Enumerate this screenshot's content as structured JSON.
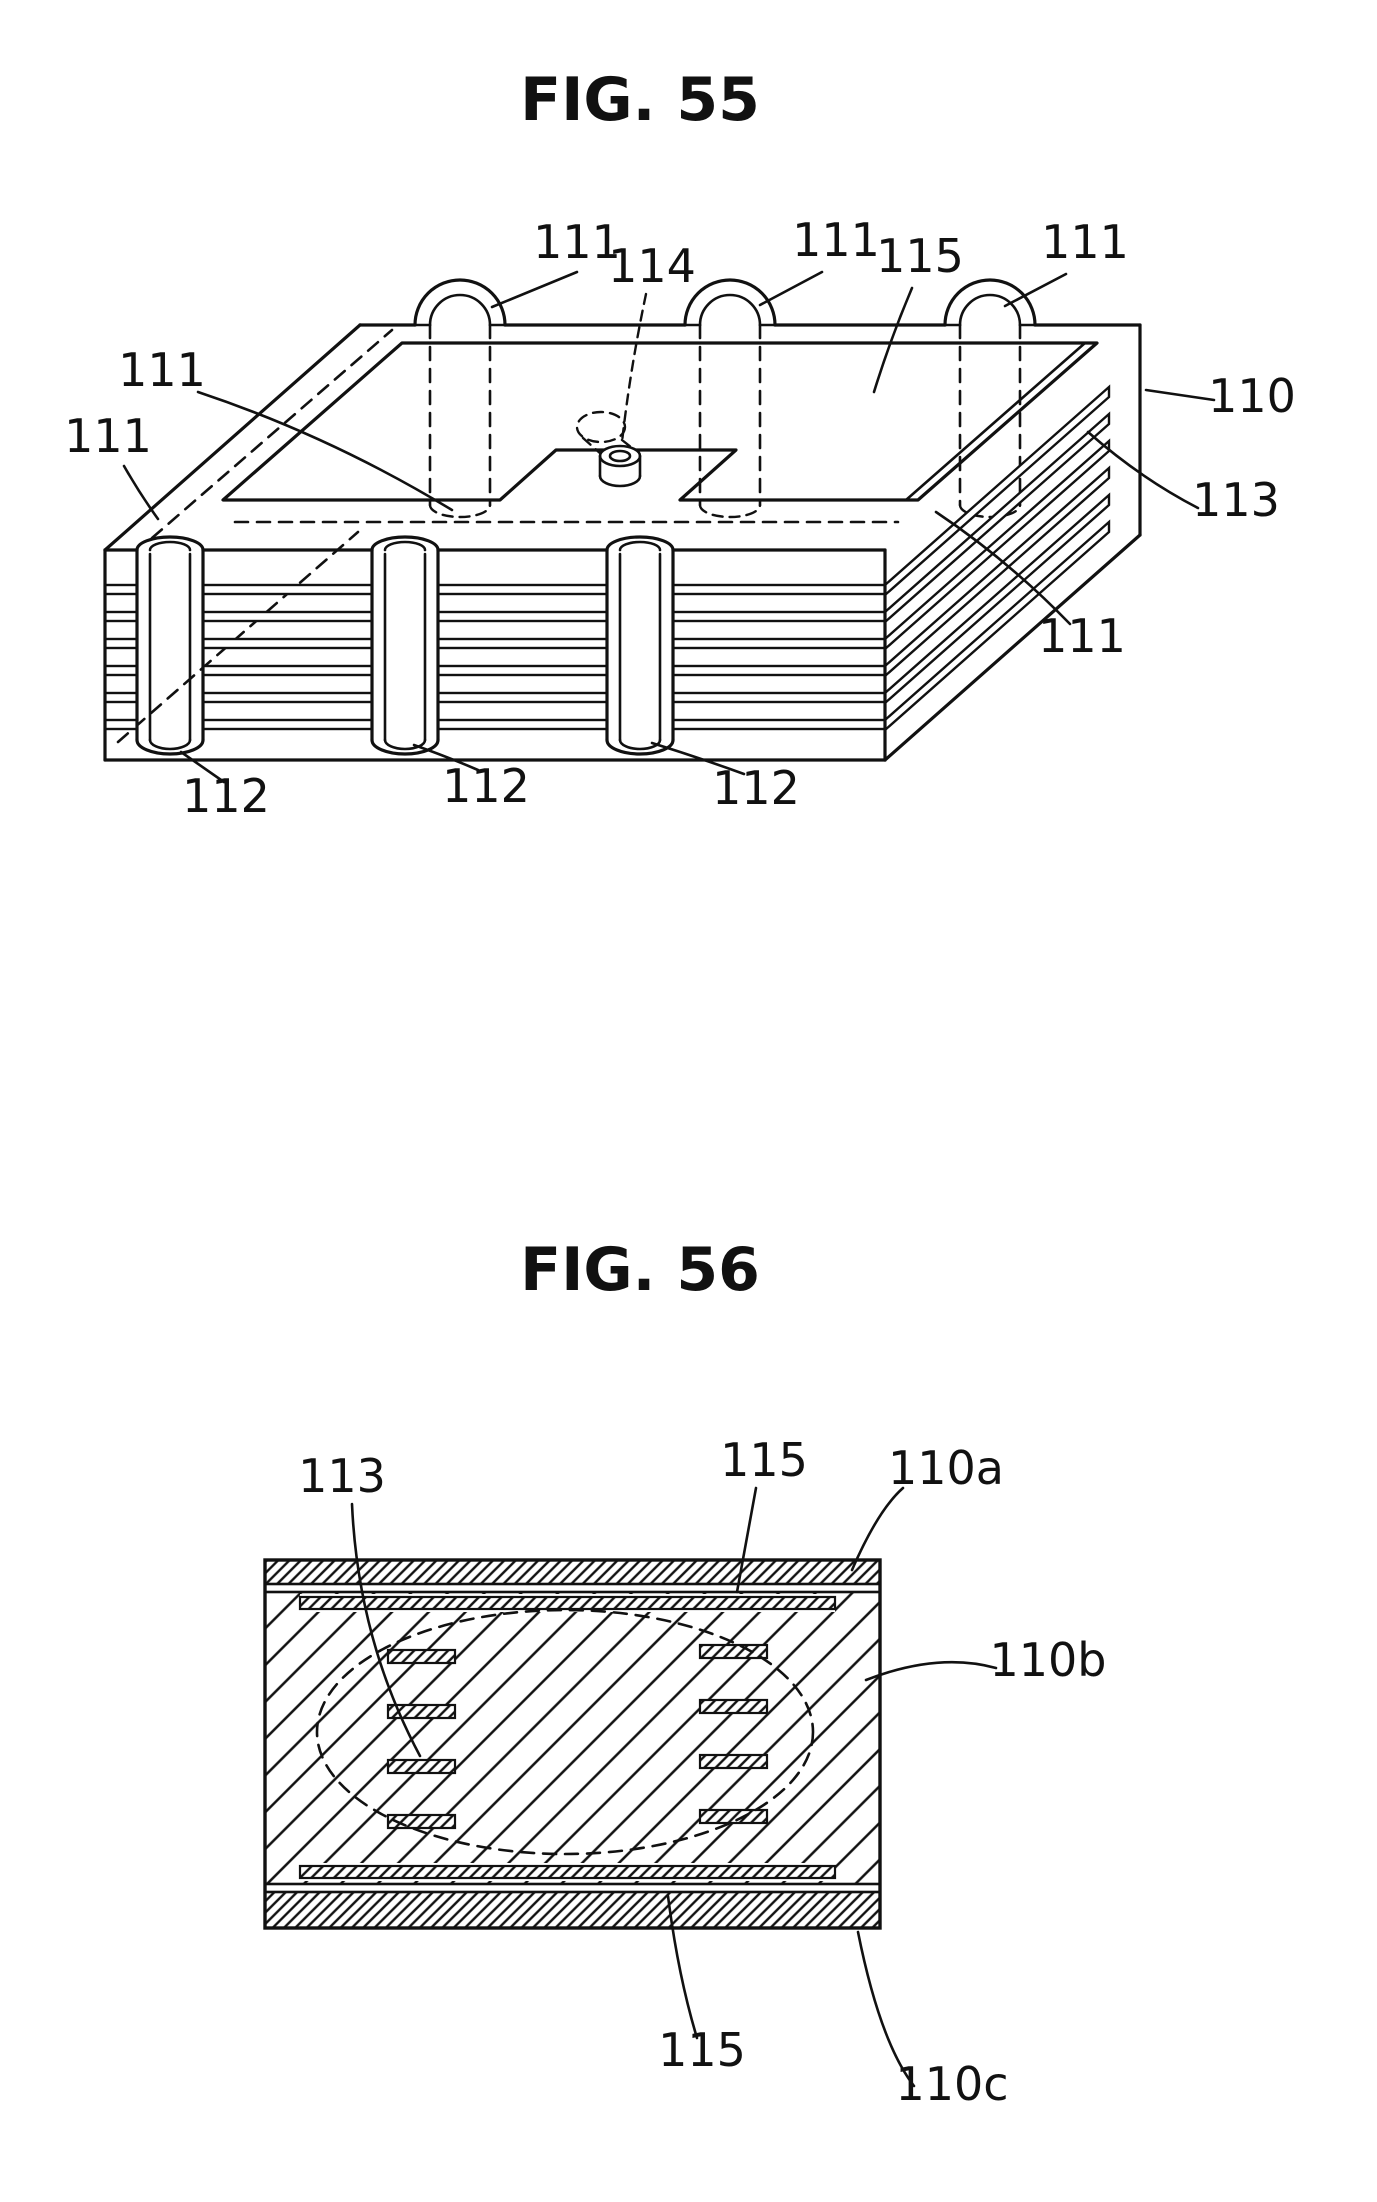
{
  "page": {
    "colors": {
      "background": "#ffffff",
      "ink": "#111111"
    }
  },
  "fig55": {
    "title": "FIG. 55",
    "labels": {
      "l111_top_left": "111",
      "l114": "114",
      "l111_top_mid": "111",
      "l115": "115",
      "l111_top_right": "111",
      "l111_left_upper": "111",
      "l111_left_lower": "111",
      "l110": "110",
      "l113": "113",
      "l111_right": "111",
      "l112_left": "112",
      "l112_mid": "112",
      "l112_right": "112"
    }
  },
  "fig56": {
    "title": "FIG. 56",
    "labels": {
      "l113": "113",
      "l115_top": "115",
      "l110a": "110a",
      "l110b": "110b",
      "l115_bottom": "115",
      "l110c": "110c"
    }
  }
}
